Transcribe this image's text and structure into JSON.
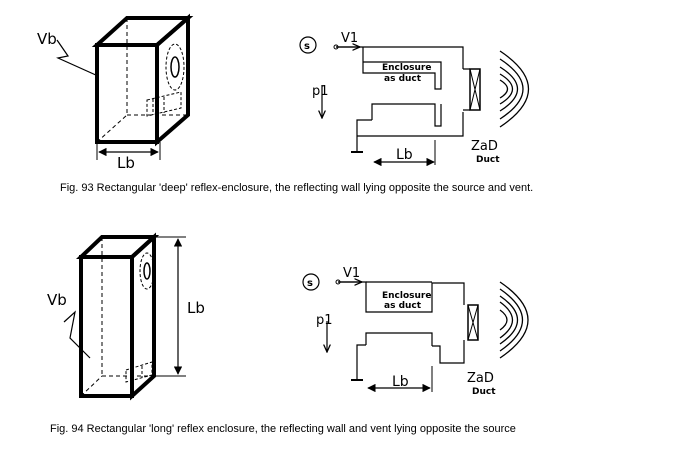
{
  "figures": [
    {
      "box_label": "Vb",
      "length_label": "Lb",
      "source_label": "s",
      "velocity_label": "V1",
      "pressure_label": "p1",
      "enclosure_label_line1": "Enclosure",
      "enclosure_label_line2": "as duct",
      "duct_length_label": "Lb",
      "impedance_label": "ZaD",
      "duct_label": "Duct",
      "caption": "Fig. 93 Rectangular 'deep' reflex-enclosure, the reflecting wall lying opposite the source and vent."
    },
    {
      "box_label": "Vb",
      "length_label": "Lb",
      "source_label": "s",
      "velocity_label": "V1",
      "pressure_label": "p1",
      "enclosure_label_line1": "Enclosure",
      "enclosure_label_line2": "as duct",
      "duct_length_label": "Lb",
      "impedance_label": "ZaD",
      "duct_label": "Duct",
      "caption": "Fig. 94 Rectangular 'long' reflex enclosure, the reflecting wall and vent lying opposite the source"
    }
  ]
}
